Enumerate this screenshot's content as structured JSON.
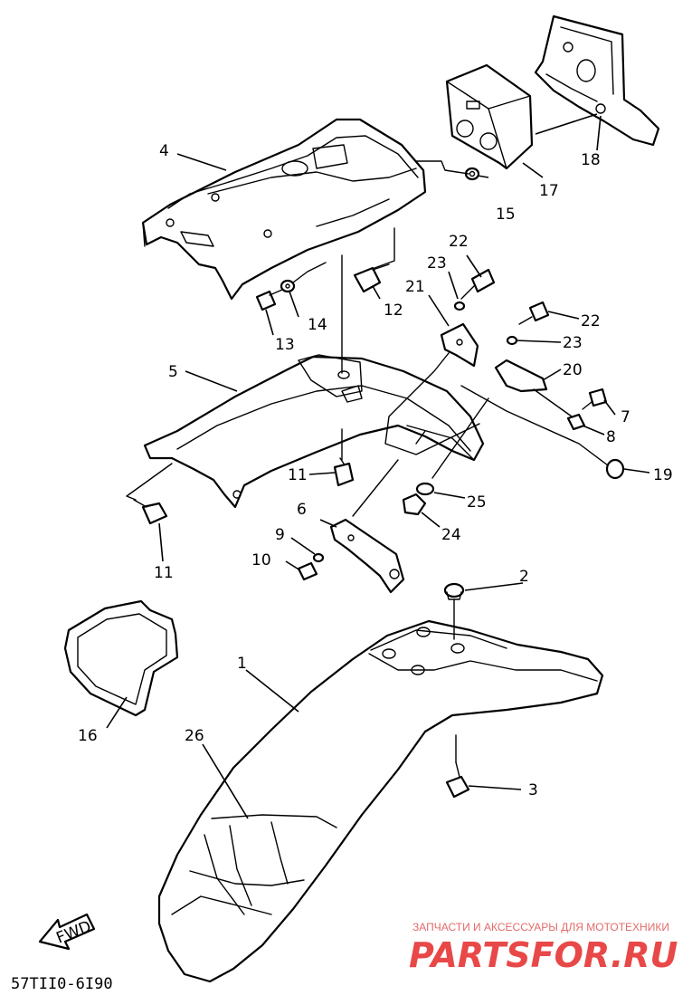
{
  "diagram_code": "57TII0-6I90",
  "fwd_label": "FWD",
  "watermark": {
    "tagline": "ЗАПЧАСТИ И АКСЕССУАРЫ ДЛЯ МОТОТЕХНИКИ",
    "brand": "PARTSFOR.RU"
  },
  "callouts": {
    "c1": "1",
    "c2": "2",
    "c3": "3",
    "c4": "4",
    "c5": "5",
    "c6": "6",
    "c7": "7",
    "c8": "8",
    "c9": "9",
    "c10": "10",
    "c11a": "11",
    "c11b": "11",
    "c12": "12",
    "c13": "13",
    "c14": "14",
    "c15": "15",
    "c16": "16",
    "c17": "17",
    "c18": "18",
    "c19": "19",
    "c20": "20",
    "c21": "21",
    "c22a": "22",
    "c22b": "22",
    "c23a": "23",
    "c23b": "23",
    "c24": "24",
    "c25": "25",
    "c26": "26"
  }
}
